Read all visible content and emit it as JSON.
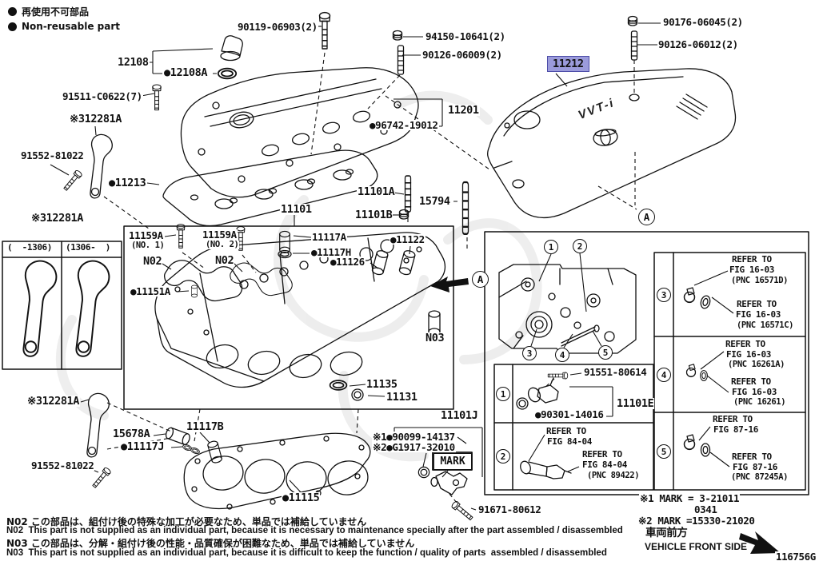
{
  "doc": {
    "figure_code": "116756G",
    "highlight_color": "#9b9bdb",
    "line_color": "#111111"
  },
  "legend": {
    "jp": "再使用不可部品",
    "en": "Non-reusable part"
  },
  "t": {
    "p90119": "90119-06903(2)",
    "p94150": "94150-10641(2)",
    "p90126a": "90126-06009(2)",
    "p90176": "90176-06045(2)",
    "p90126b": "90126-06012(2)",
    "p11212": "11212",
    "p12108": "12108",
    "p12108a": "●12108A",
    "p91511": "91511-C0622(7)",
    "p12281a": "※312281A",
    "p11201": "11201",
    "p96742": "●96742-19012",
    "p91552": "91552-81022",
    "p11213": "●11213",
    "p11101a": "11101A",
    "p15794": "15794",
    "p11101": "11101",
    "p11101b": "11101B",
    "p11159a": "11159A",
    "no1": "(NO. 1)",
    "no2": "(NO. 2)",
    "p11117a": "11117A",
    "p11117h": "●11117H",
    "p11126": "●11126",
    "p11122": "●11122",
    "n02": "N02",
    "n03": "N03",
    "p11151a": "●11151A",
    "p11135": "11135",
    "p11131": "11131",
    "p11101j": "11101J",
    "p90099": "※1●90099-14137",
    "pg1917": "※2●G1917-32010",
    "mark": "MARK",
    "p15678a": "15678A",
    "p11117b": "11117B",
    "p11117j": "●11117J",
    "p11115": "●11115",
    "p91671": "91671-80612",
    "box_l": "(  -1306)",
    "box_r": "(1306-  )",
    "p91551": "91551-80614",
    "p11101e": "11101E",
    "p90301": "●90301-14016",
    "refer": "REFER TO",
    "fig8404": "FIG 84-04",
    "pnc89422": "(PNC 89422)",
    "fig1603": "FIG 16-03",
    "pnc16571d": "(PNC 16571D)",
    "pnc16571c": "(PNC 16571C)",
    "pnc16261a": "(PNC 16261A)",
    "pnc16261": "(PNC 16261)",
    "fig8716": "FIG 87-16",
    "pnc87245a": "(PNC 87245A)",
    "vvti": "VVT-i"
  },
  "callouts": {
    "c1": "1",
    "c2": "2",
    "c3": "3",
    "c4": "4",
    "c5": "5",
    "a": "A"
  },
  "notes": {
    "n1jp": "N02 この部品は、組付け後の特殊な加工が必要なため、単品では補給していません",
    "n1en": "N02  This part is not supplied as an individual part, because it is necessary to maintenance specially after the part assembled / disassembled",
    "n2jp": "N03 この部品は、分解・組付け後の性能・品質確保が困難なため、単品では補給していません",
    "n2en": "N03  This part is not supplied as an individual part, because it is difficult to keep the function / quality of parts  assembled / disassembled"
  },
  "footer": {
    "mark1": "※1 MARK = 3-21011",
    "mark1b": "0341",
    "mark2": "※2 MARK =15330-21020",
    "front_jp": "車両前方",
    "front_en": "VEHICLE FRONT SIDE",
    "figcode": "116756G"
  }
}
